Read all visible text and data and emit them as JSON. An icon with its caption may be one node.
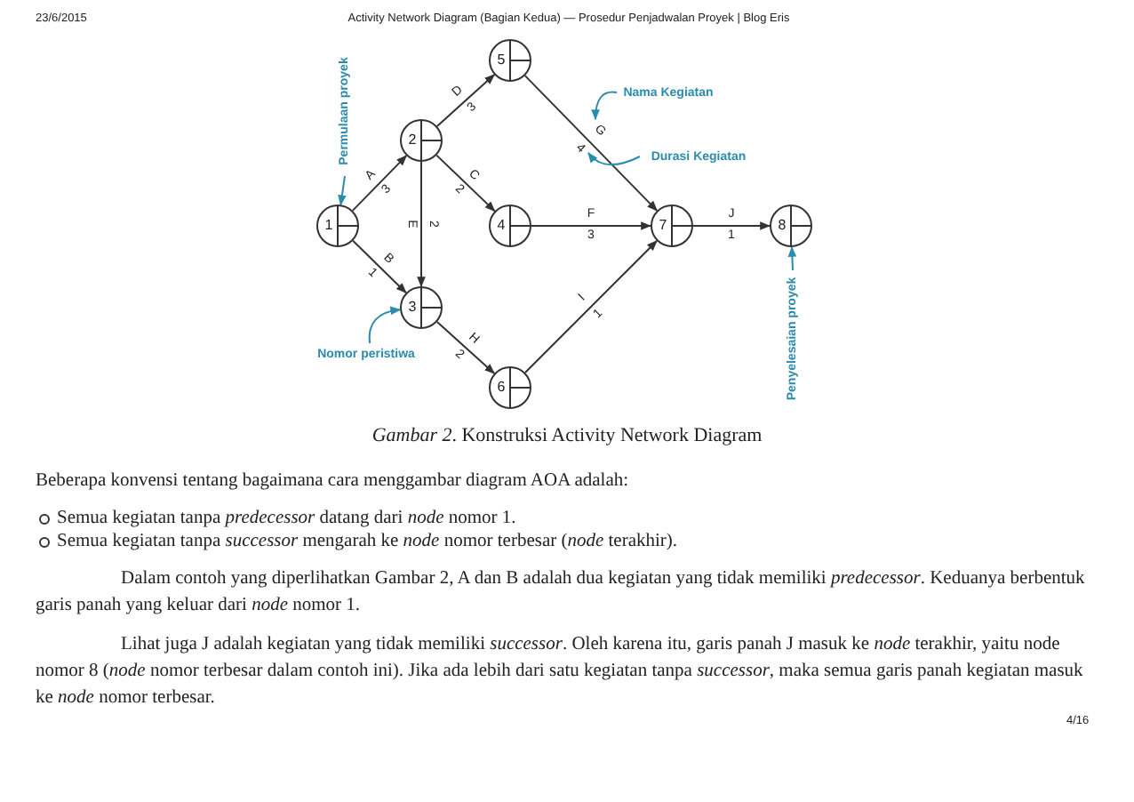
{
  "diagram": {
    "caption": "*Gambar 2*. Konstruksi Activity Network Diagram",
    "nodes": [
      {
        "text": [
          "1"
        ]
      },
      {
        "text": [
          "2"
        ]
      },
      {
        "text": [
          "3"
        ]
      },
      {
        "text": [
          "4"
        ]
      },
      {
        "text": [
          "5"
        ]
      },
      {
        "text": [
          "6"
        ]
      },
      {
        "text": [
          "7"
        ]
      },
      {
        "text": [
          "8"
        ]
      },
      {
        "text": [
          "Permulaan proyek"
        ]
      },
      {
        "text": [
          "Nama Kegiatan"
        ]
      },
      {
        "text": [
          "Durasi Kegiatan"
        ]
      },
      {
        "text": [
          "Nomor peristiwa"
        ]
      },
      {
        "text": [
          "Penyelesaian proyek"
        ]
      },
      {
        "text": [
          "G"
        ]
      },
      {
        "text": [
          "4"
        ]
      }
    ],
    "edges": [
      {
        "from": 0,
        "to": 1,
        "arrow": "to",
        "label": "A"
      },
      {
        "from": 0,
        "to": 2,
        "arrow": "to",
        "label": "B"
      },
      {
        "from": 1,
        "to": 2,
        "arrow": "to",
        "label": "E"
      },
      {
        "from": 1,
        "to": 4,
        "arrow": "to",
        "label": "D"
      },
      {
        "from": 1,
        "to": 3,
        "arrow": "to",
        "label": "C"
      },
      {
        "from": 4,
        "to": 6,
        "arrow": "to"
      },
      {
        "from": 3,
        "to": 6,
        "arrow": "to",
        "label": "F"
      },
      {
        "from": 2,
        "to": 5,
        "arrow": "to",
        "label": "H"
      },
      {
        "from": 5,
        "to": 6,
        "arrow": "to",
        "label": "I"
      },
      {
        "from": 6,
        "to": 7,
        "arrow": "to",
        "label": "J"
      },
      {
        "from": 8,
        "to": 0,
        "arrow": "to",
        "color": "#2b8cae"
      },
      {
        "from": 9,
        "to": 13,
        "arrow": "to",
        "color": "#2b8cae"
      },
      {
        "from": 10,
        "to": 14,
        "arrow": "to",
        "color": "#2b8cae"
      },
      {
        "from": 11,
        "to": 2,
        "arrow": "to",
        "color": "#2b8cae"
      },
      {
        "from": 12,
        "to": 7,
        "arrow": "to",
        "color": "#2b8cae"
      }
    ],
    "labels": [
      "23/6/2015",
      "Activity Network Diagram (Bagian Kedua) — Prosedur Penjadwalan Proyek | Blog Eris",
      "3",
      "1",
      "2",
      "3",
      "2",
      "3",
      "2",
      "1",
      "1",
      "Beberapa konvensi tentang bagaimana cara menggambar diagram AOA adalah:",
      "Semua kegiatan tanpa *predecessor* datang dari *node* nomor 1.",
      "Semua kegiatan tanpa *successor* mengarah ke *node* nomor terbesar (*node* terakhir).",
      "Dalam contoh yang diperlihatkan Gambar 2, A dan B adalah dua kegiatan yang tidak memiliki *predecessor*. Keduanya berbentuk garis panah yang keluar dari *node* nomor 1.",
      "Lihat juga J adalah kegiatan yang tidak memiliki *successor*. Oleh karena itu, garis panah J masuk ke *node* terakhir, yaitu node nomor 8 (*node* nomor terbesar dalam contoh ini). Jika ada lebih dari satu kegiatan tanpa *successor*, maka semua garis panah kegiatan masuk ke *node* nomor terbesar.",
      "4/16"
    ]
  }
}
